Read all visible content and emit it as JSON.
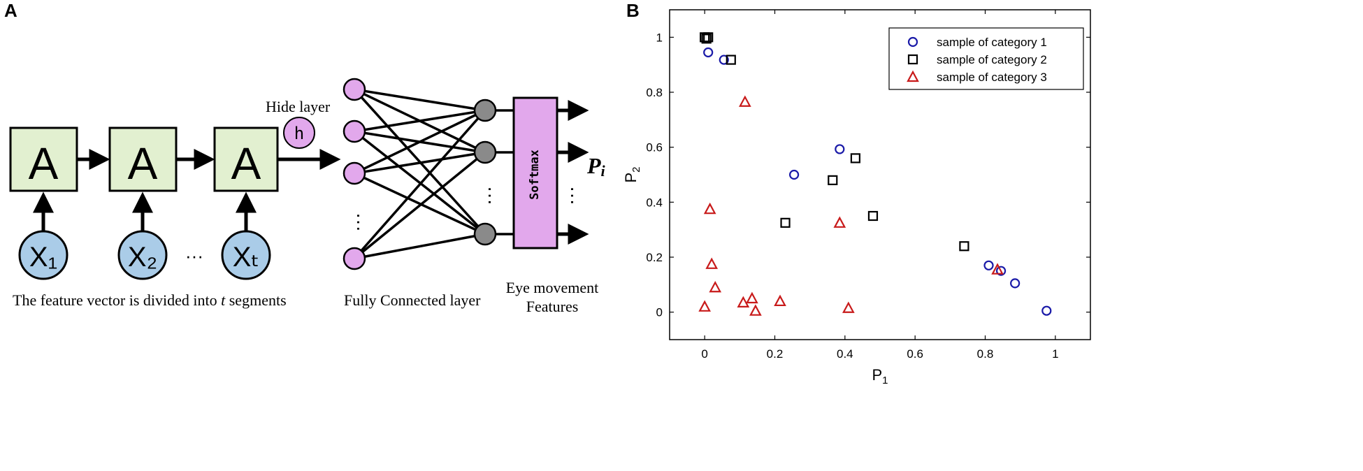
{
  "panel_a": {
    "letter": "A",
    "cell_label": "A",
    "inputs": [
      "X₁",
      "X₂",
      "Xₜ"
    ],
    "between_dots": "···",
    "hidden_title": "Hide layer",
    "hidden_symbol": "h",
    "softmax_label": "Softmax",
    "output_label": "P",
    "output_sub": "i",
    "caption_seq_pre": "The feature vector is divided into ",
    "caption_seq_var": "t",
    "caption_seq_post": " segments",
    "caption_fc": "Fully Connected layer",
    "caption_eye_1": "Eye movement",
    "caption_eye_2": "Features",
    "colors": {
      "cell_fill": "#e2f0d0",
      "input_fill": "#aacce8",
      "fc_node_fill": "#e2a8ec",
      "out_node_fill": "#8a8a8a",
      "softmax_fill": "#e2a8ec",
      "hidden_fill": "#e2a8ec"
    }
  },
  "panel_b": {
    "letter": "B",
    "chart_data": {
      "type": "scatter",
      "title": "",
      "xlabel": "P",
      "xlabel_sub": "1",
      "ylabel": "P",
      "ylabel_sub": "2",
      "xlim": [
        -0.1,
        1.1
      ],
      "ylim": [
        -0.1,
        1.1
      ],
      "xticks": [
        0,
        0.2,
        0.4,
        0.6,
        0.8,
        1
      ],
      "yticks": [
        0,
        0.2,
        0.4,
        0.6,
        0.8,
        1
      ],
      "grid": false,
      "legend_position": "top-right",
      "series": [
        {
          "name": "sample of category 1",
          "marker": "circle",
          "color": "#1a1aa8",
          "points": [
            [
              0.01,
              0.945
            ],
            [
              0.055,
              0.918
            ],
            [
              0.255,
              0.5
            ],
            [
              0.385,
              0.593
            ],
            [
              0.81,
              0.17
            ],
            [
              0.845,
              0.15
            ],
            [
              0.885,
              0.105
            ],
            [
              0.975,
              0.005
            ]
          ]
        },
        {
          "name": "sample of category 2",
          "marker": "square",
          "color": "#000000",
          "points": [
            [
              0.0,
              1.0
            ],
            [
              0.005,
              0.995
            ],
            [
              0.01,
              1.0
            ],
            [
              0.075,
              0.918
            ],
            [
              0.23,
              0.325
            ],
            [
              0.365,
              0.48
            ],
            [
              0.43,
              0.56
            ],
            [
              0.48,
              0.35
            ],
            [
              0.74,
              0.24
            ]
          ]
        },
        {
          "name": "sample of category 3",
          "marker": "triangle",
          "color": "#c81a1a",
          "points": [
            [
              0.115,
              0.765
            ],
            [
              0.015,
              0.375
            ],
            [
              0.385,
              0.325
            ],
            [
              0.02,
              0.175
            ],
            [
              0.03,
              0.09
            ],
            [
              0.0,
              0.02
            ],
            [
              0.11,
              0.035
            ],
            [
              0.135,
              0.05
            ],
            [
              0.145,
              0.005
            ],
            [
              0.215,
              0.04
            ],
            [
              0.41,
              0.015
            ],
            [
              0.835,
              0.155
            ]
          ]
        }
      ]
    }
  }
}
